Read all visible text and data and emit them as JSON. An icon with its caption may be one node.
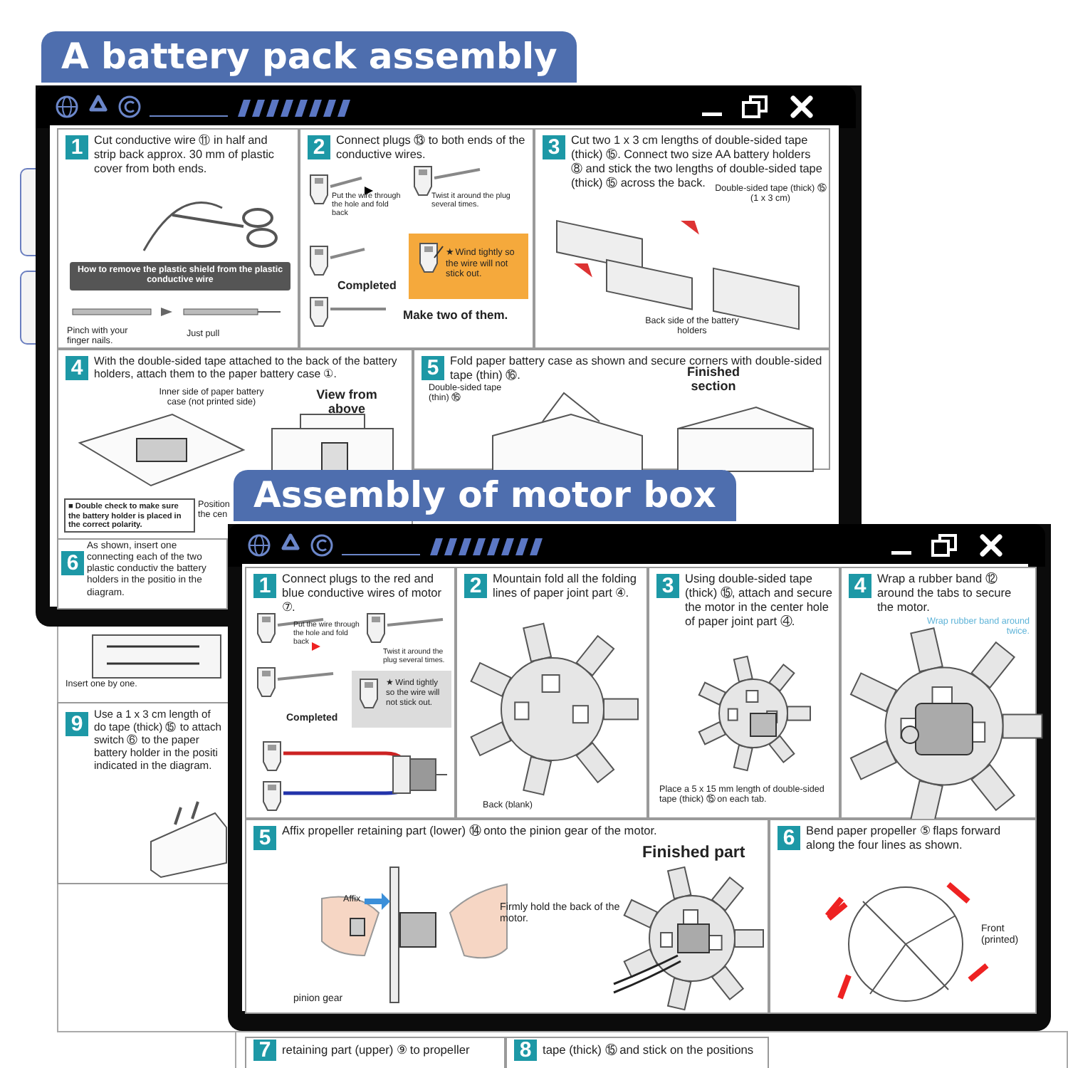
{
  "diagram": {
    "nodes": [
      {
        "text": [
          "A battery pack assembly"
        ]
      },
      {
        "text": [
          "1",
          "Cut conductive wire ⑪ in half and strip back approx. 30 mm of plastic cover from both ends."
        ],
        "in": 0
      },
      {
        "text": [
          "How to remove the plastic shield from the plastic conductive wire"
        ],
        "in": 1
      },
      {
        "text": [
          "2",
          "Connect plugs ⑬ to both ends of the conductive wires."
        ],
        "in": 0
      },
      {
        "text": [
          "★ Wind tightly so the wire will not stick out."
        ],
        "in": 3
      },
      {
        "text": [
          "3",
          "Cut two 1 x 3 cm lengths of double-sided tape (thick) ⑮. Connect two size AA battery holders ⑧ and stick the two lengths of double-sided tape (thick) ⑮ across the back."
        ],
        "in": 0
      },
      {
        "text": [
          "4",
          "With the double-sided tape attached to the back of the battery holders, attach them to the paper battery case ①."
        ],
        "in": 0
      },
      {
        "text": [
          "■ Double check to make sure the battery holder is placed in the correct polarity."
        ],
        "in": 6
      },
      {
        "text": [
          "5",
          "Fold paper battery case as shown and secure corners with double-sided tape (thin) ⑯."
        ],
        "in": 0
      },
      {
        "text": [
          "6",
          "As shown, insert one connecting each of the two plastic conductiv the battery holders in the positio in the diagram."
        ],
        "in": 0
      },
      {
        "text": [
          "9",
          "Use a 1 x 3 cm length of do tape (thick) ⑮ to attach switch ⑥ to the paper battery holder in the positi indicated in the diagram."
        ]
      },
      {
        "text": [
          "Assembly of motor box"
        ]
      },
      {
        "text": [
          "1",
          "Connect plugs to the red and blue conductive wires of motor ⑦."
        ],
        "in": 11
      },
      {
        "text": [
          "★ Wind tightly so the wire will not stick out."
        ],
        "in": 12
      },
      {
        "text": [
          "2",
          "Mountain fold all the folding lines of paper joint part ④."
        ],
        "in": 11
      },
      {
        "text": [
          "3",
          "Using double-sided tape (thick) ⑮, attach and secure the motor in the center hole of paper joint part ④."
        ],
        "in": 11
      },
      {
        "text": [
          "4",
          "Wrap a rubber band ⑫ around the tabs to secure the motor."
        ],
        "in": 11
      },
      {
        "text": [
          "5",
          "Affix propeller retaining part (lower) ⑭ onto the pinion gear of the motor."
        ],
        "in": 11
      },
      {
        "text": [
          "6",
          "Bend paper propeller ⑤ flaps forward along the four lines as shown."
        ],
        "in": 11
      },
      {
        "text": [
          "7",
          "retaining part (upper) ⑨ to propeller"
        ]
      },
      {
        "text": [
          "8",
          "tape (thick) ⑮ and stick on the positions"
        ]
      }
    ],
    "labels": [
      "Pinch with your finger nails.",
      "Just pull",
      "Put the wire through the hole and fold back",
      "Twist it around the plug several times.",
      "Completed",
      "Make two of them.",
      "Double-sided tape (thick) ⑮ (1 x 3 cm)",
      "Back side of the battery holders",
      "Inner side of paper battery case (not printed side)",
      "View from above",
      "Position the cen",
      "Double-sided tape (thin) ⑯",
      "Finished section",
      "Insert one by one.",
      "Put the wire through the hole and fold back",
      "Twist it around the plug several times.",
      "Completed",
      "Back (blank)",
      "Place a 5 x 15 mm length of double-sided tape (thick) ⑮ on each tab.",
      "Wrap rubber band around twice.",
      "Affix",
      "Firmly hold the back of the motor.",
      "pinion gear",
      "Finished part",
      "Front (printed)"
    ]
  }
}
